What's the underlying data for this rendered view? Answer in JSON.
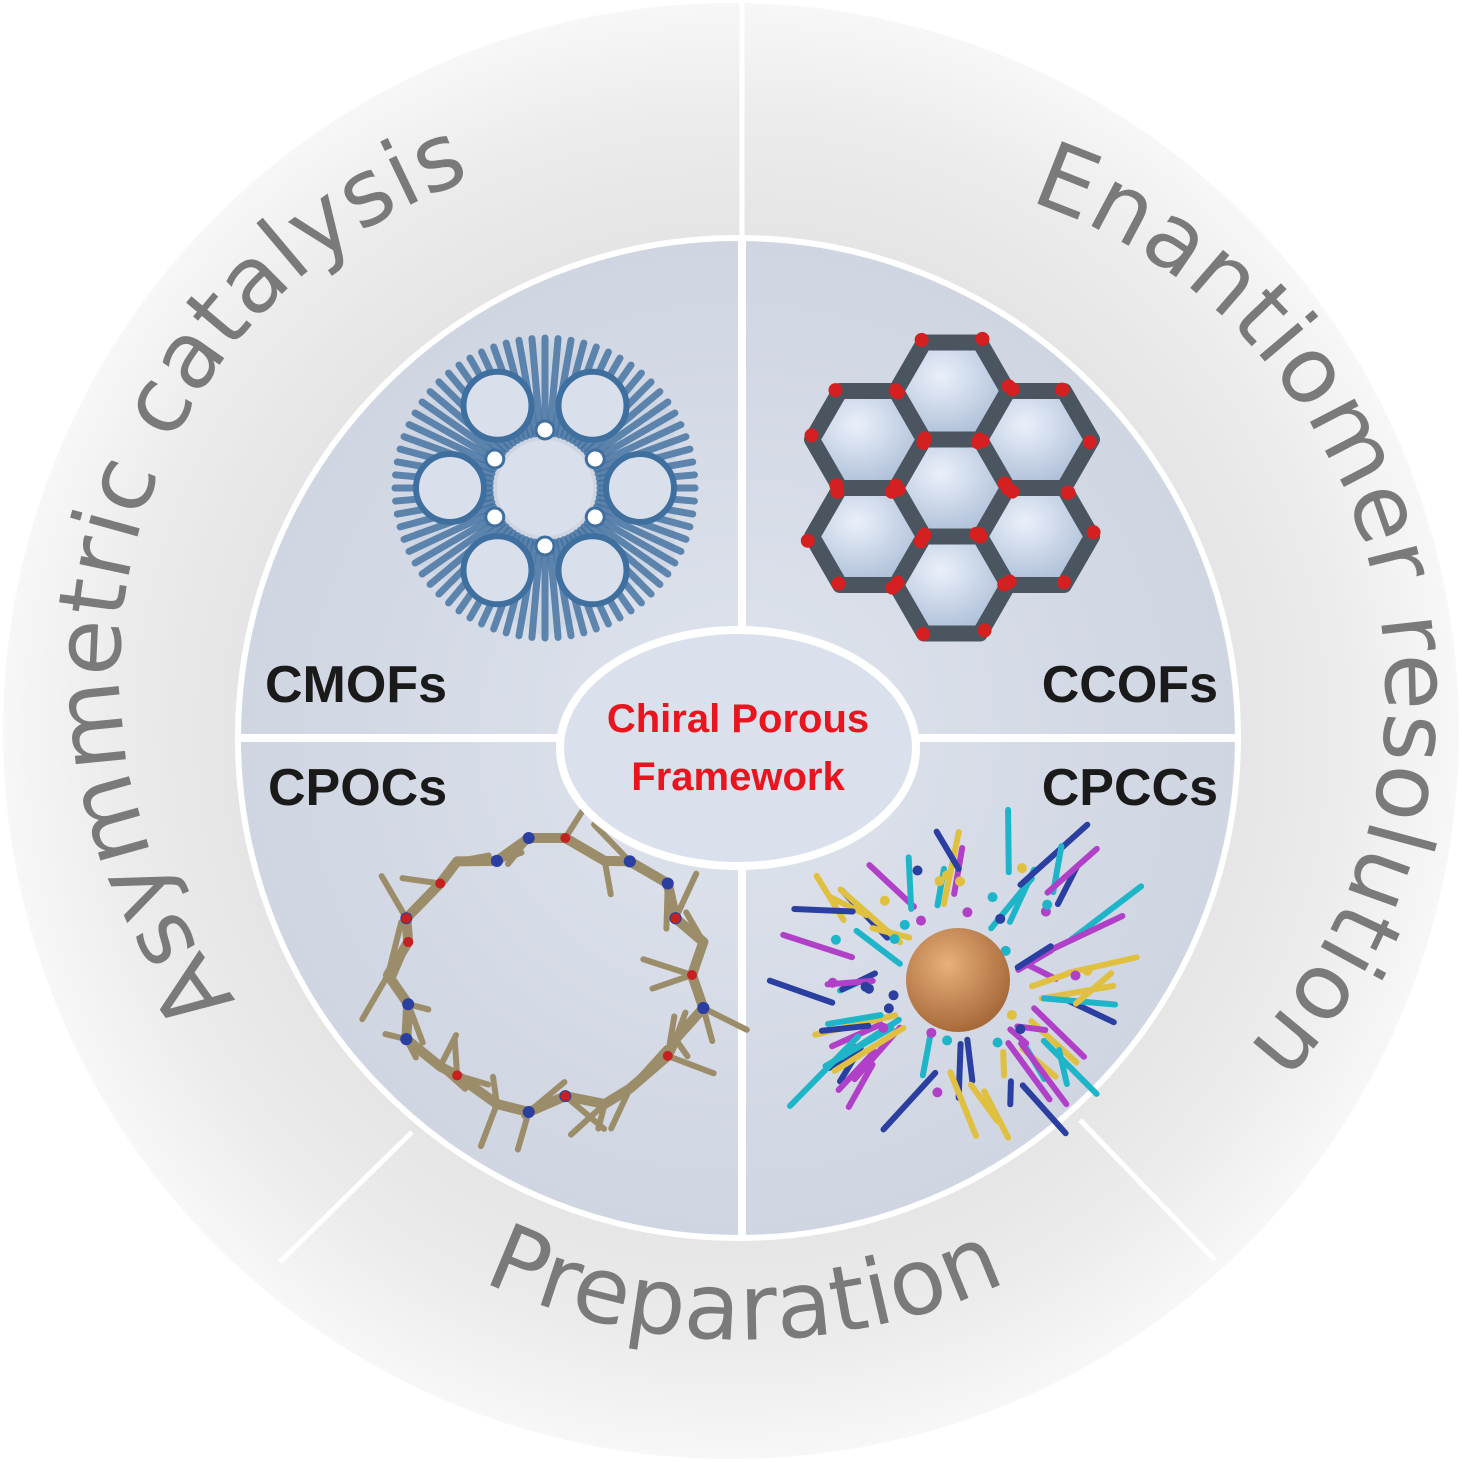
{
  "outer_ring": {
    "left_label": "Asymmetric catalysis",
    "right_label": "Enantiomer resolution",
    "bottom_label": "Preparation"
  },
  "quadrants": {
    "top_left": "CMOFs",
    "top_right": "CCOFs",
    "bottom_left": "CPOCs",
    "bottom_right": "CPCCs"
  },
  "center": {
    "line1": "Chiral Porous",
    "line2": "Framework"
  },
  "colors": {
    "ring_text": "#7a7a7a",
    "center_text": "#e8141e",
    "quad_fill": "#d7dde8",
    "separator": "#ffffff",
    "cmof_structure": "#3f6f9f",
    "ccof_structure": "#4a5560",
    "ccof_oxygen": "#d42020",
    "cpoc_structure": "#9c8d6a",
    "cpcc_cyan": "#1fb5c8",
    "cpcc_magenta": "#b040c8",
    "cpcc_core": "#c98a55"
  }
}
